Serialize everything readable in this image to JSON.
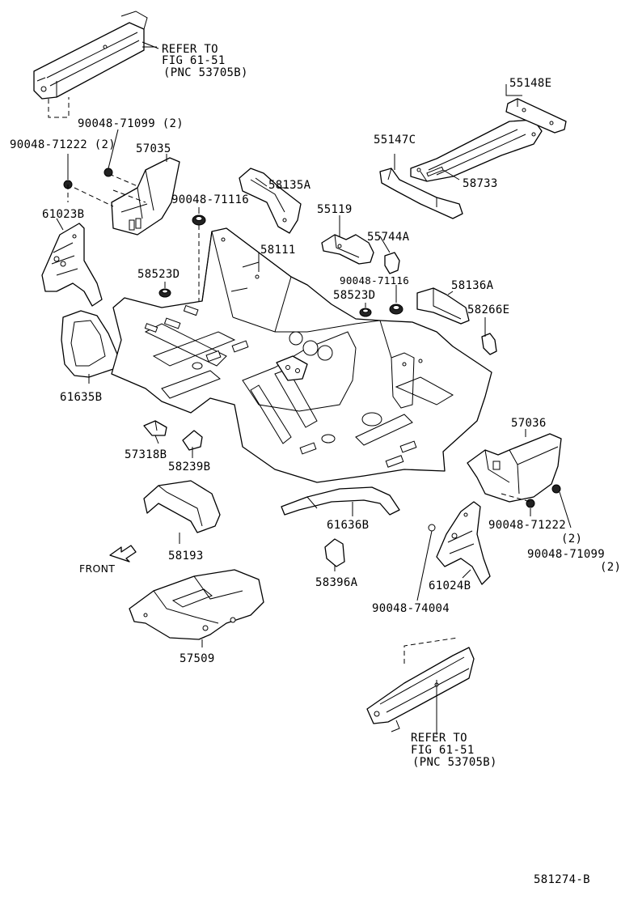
{
  "refer_top": {
    "line1": "REFER TO",
    "line2": "FIG 61-51",
    "line3": "(PNC 53705B)"
  },
  "refer_bottom": {
    "line1": "REFER TO",
    "line2": "FIG 61-51",
    "line3": "(PNC 53705B)"
  },
  "parts": {
    "p55148E": "55148E",
    "p55147C": "55147C",
    "p58733": "58733",
    "p57035": "57035",
    "p58135A": "58135A",
    "p55119": "55119",
    "p55744A": "55744A",
    "p61023B": "61023B",
    "p58111": "58111",
    "p58523D_left": "58523D",
    "p58523D_right": "58523D",
    "p58136A": "58136A",
    "p58266E": "58266E",
    "p61635B": "61635B",
    "p57036": "57036",
    "p57318B": "57318B",
    "p58239B": "58239B",
    "p61636B": "61636B",
    "p58193": "58193",
    "p58396A": "58396A",
    "p61024B": "61024B",
    "p57509": "57509"
  },
  "fasteners": {
    "f90048_71099_left": "90048-71099 (2)",
    "f90048_71222_left": "90048-71222 (2)",
    "f90048_71116_left": "90048-71116",
    "f90048_71116_right": "90048-71116",
    "f90048_71222_right": "90048-71222",
    "f90048_71222_right_qty": "(2)",
    "f90048_71099_right": "90048-71099",
    "f90048_71099_right_qty": "(2)",
    "f90048_74004": "90048-74004"
  },
  "front_label": "FRONT",
  "figure_id": "581274-B"
}
